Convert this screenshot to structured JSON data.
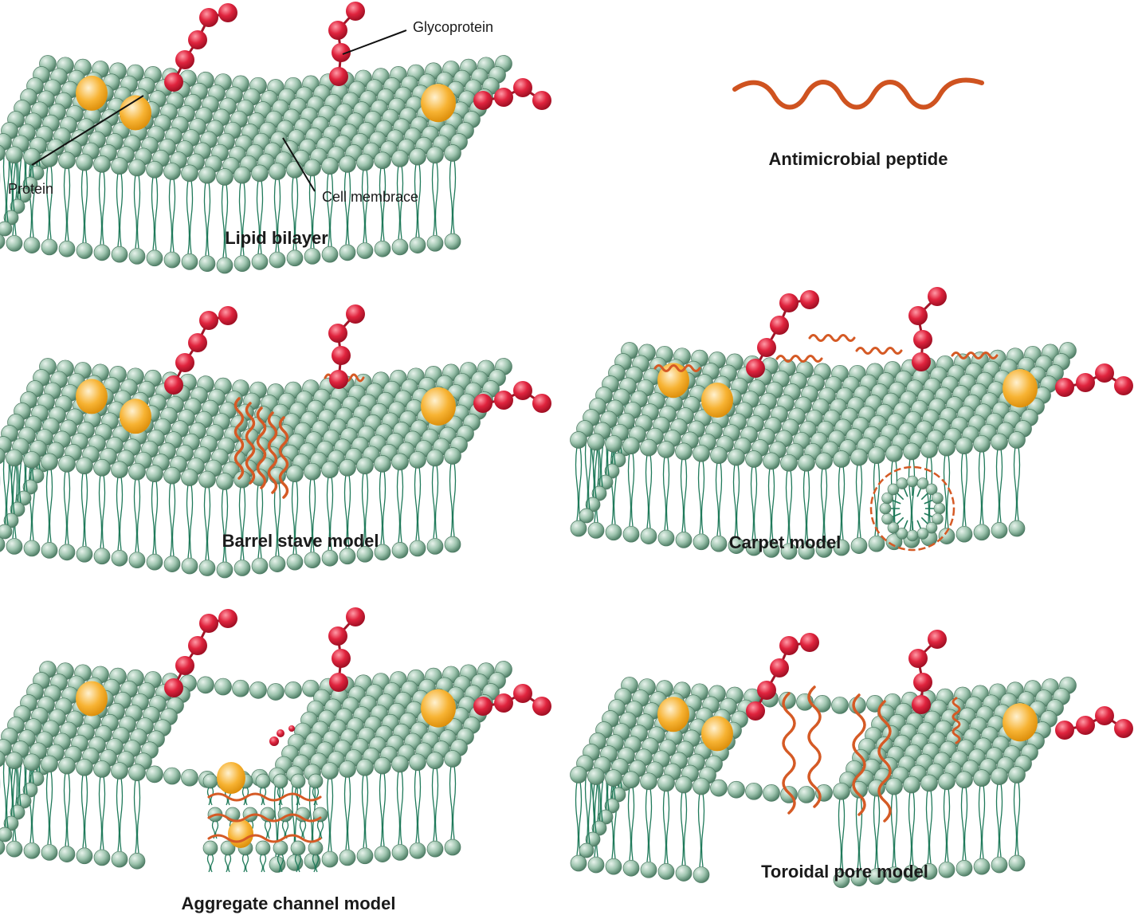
{
  "labels": {
    "glycoprotein": "Glycoprotein",
    "protein": "Protein",
    "cell_membrane": "Cell membrace"
  },
  "captions": {
    "lipid_bilayer": "Lipid bilayer",
    "antimicrobial_peptide": "Antimicrobial peptide",
    "barrel_stave": "Barrel stave model",
    "carpet": "Carpet model",
    "aggregate_channel": "Aggregate channel model",
    "toroidal_pore": "Toroidal pore model"
  },
  "colors": {
    "lipid_head": "#9cc3ad",
    "lipid_head_dark": "#4f7e66",
    "lipid_tail": "#1f7a5a",
    "protein": "#f3a21f",
    "glycan": "#e0243e",
    "peptide": "#d55a25"
  }
}
